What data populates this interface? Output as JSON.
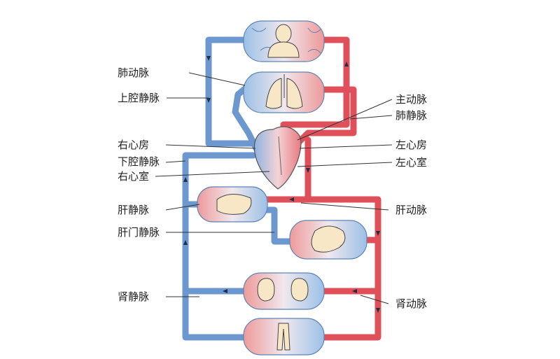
{
  "labels": {
    "left": [
      "肺动脉",
      "上腔静脉",
      "右心房",
      "下腔静脉",
      "右心室",
      "肝静脉",
      "肝门静脉",
      "肾静脉"
    ],
    "right": [
      "主动脉",
      "肺静脉",
      "左心房",
      "左心室",
      "肝动脉",
      "肾动脉"
    ]
  },
  "organs": [
    "head-organ",
    "lung-organ",
    "liver-organ",
    "stomach-intestine-organ",
    "kidney-organ",
    "legs-organ"
  ],
  "colors": {
    "venous": "#6c97cf",
    "arterial": "#e0505a",
    "capillary_blue": "#cfe0f2",
    "capillary_red": "#f4c7c7",
    "organ_fill": "#f7e7c6"
  }
}
